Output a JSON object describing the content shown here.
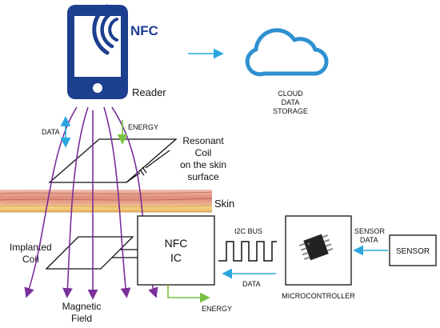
{
  "reader": {
    "badge": "NFC",
    "label": "Reader"
  },
  "cloud": {
    "line1": "CLOUD",
    "line2": "DATA",
    "line3": "STORAGE"
  },
  "arrows": {
    "data": "DATA",
    "energy_top": "ENERGY",
    "i2c_bus": "I2C BUS",
    "data_bottom": "DATA",
    "energy_bottom": "ENERGY",
    "sensor_data_line1": "SENSOR",
    "sensor_data_line2": "DATA"
  },
  "resonant_coil": {
    "line1": "Resonant",
    "line2": "Coil",
    "line3": "on the skin",
    "line4": "surface"
  },
  "skin": {
    "label": "Skin"
  },
  "implanted_coil": {
    "line1": "Implanted",
    "line2": "Coil"
  },
  "nfc_ic": {
    "line1": "NFC",
    "line2": "IC"
  },
  "microcontroller": {
    "label": "MICROCONTROLLER"
  },
  "sensor": {
    "label": "SENSOR"
  },
  "magnetic_field": {
    "line1": "Magnetic",
    "line2": "Field"
  },
  "colors": {
    "phone_blue": "#1d3f8f",
    "cloud_blue": "#2e90d1",
    "field_purple": "#7a2f9a",
    "data_arrow": "#2ba6de",
    "energy_arrow": "#79c143",
    "skin_pink": "#e8a38f"
  }
}
